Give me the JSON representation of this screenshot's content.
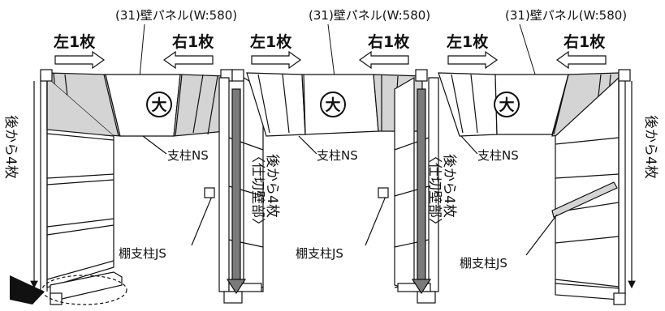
{
  "diagram": {
    "panel_labels": [
      "(31)壁パネル(W:580)",
      "(31)壁パネル(W:580)",
      "(31)壁パネル(W:580)"
    ],
    "direction_labels": {
      "left": [
        "左1枚",
        "左1枚",
        "左1枚"
      ],
      "right": [
        "右1枚",
        "右1枚",
        "右1枚"
      ]
    },
    "big_mark": "大",
    "post_label": "支柱NS",
    "shelf_post_label": "棚支柱JS",
    "back4": "後から4枚",
    "partition": "〈仕切壁部〉",
    "colors": {
      "panel_shade": "#d4d4d4",
      "arrow_gray": "#7a7a7a",
      "line": "#111111"
    }
  }
}
